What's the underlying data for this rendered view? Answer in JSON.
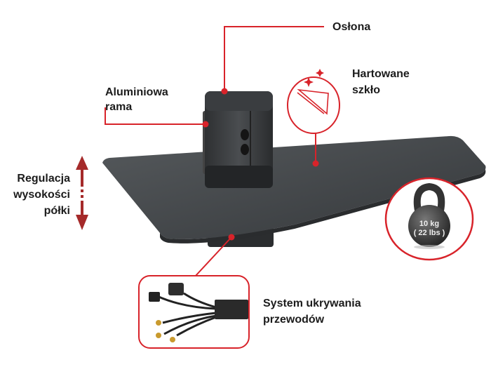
{
  "labels": {
    "cover": "Osłona",
    "glass": [
      "Hartowane",
      "szkło"
    ],
    "frame": [
      "Aluminiowa",
      "rama"
    ],
    "height": [
      "Regulacja",
      "wysokości",
      "półki"
    ],
    "cables": [
      "System ukrywania",
      "przewodów"
    ]
  },
  "kettlebell": {
    "weight": "10 kg",
    "weight_lbs": "( 22 lbs )"
  },
  "colors": {
    "accent": "#d8232a",
    "arrow": "#a52a2a",
    "shelf": "#3f4245",
    "text": "#1c1c1c"
  }
}
